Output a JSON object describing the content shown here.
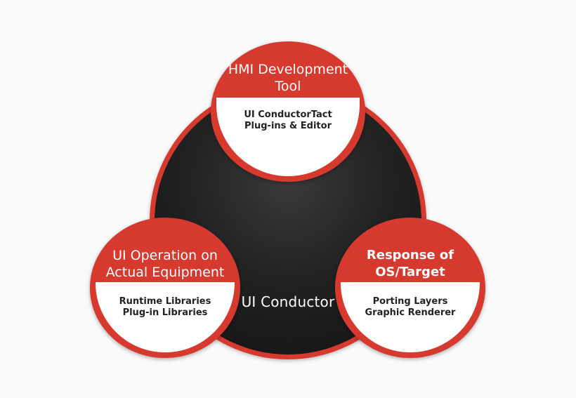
{
  "core": {
    "label": "UI Conductor"
  },
  "nodes": {
    "top": {
      "title_lines": [
        "HMI Development",
        "Tool"
      ],
      "sub_lines": [
        "UI ConductorTact",
        "Plug-ins & Editor"
      ]
    },
    "left": {
      "title_lines": [
        "UI Operation on",
        "Actual Equipment"
      ],
      "sub_lines": [
        "Runtime Libraries",
        "Plug-in Libraries"
      ]
    },
    "right": {
      "title_lines": [
        "Response of",
        "OS/Target"
      ],
      "sub_lines": [
        "Porting Layers",
        "Graphic Renderer"
      ]
    }
  },
  "colors": {
    "accent_red": "#d63a2f",
    "core_dark": "#1a1a1a",
    "background": "#fafafa"
  }
}
